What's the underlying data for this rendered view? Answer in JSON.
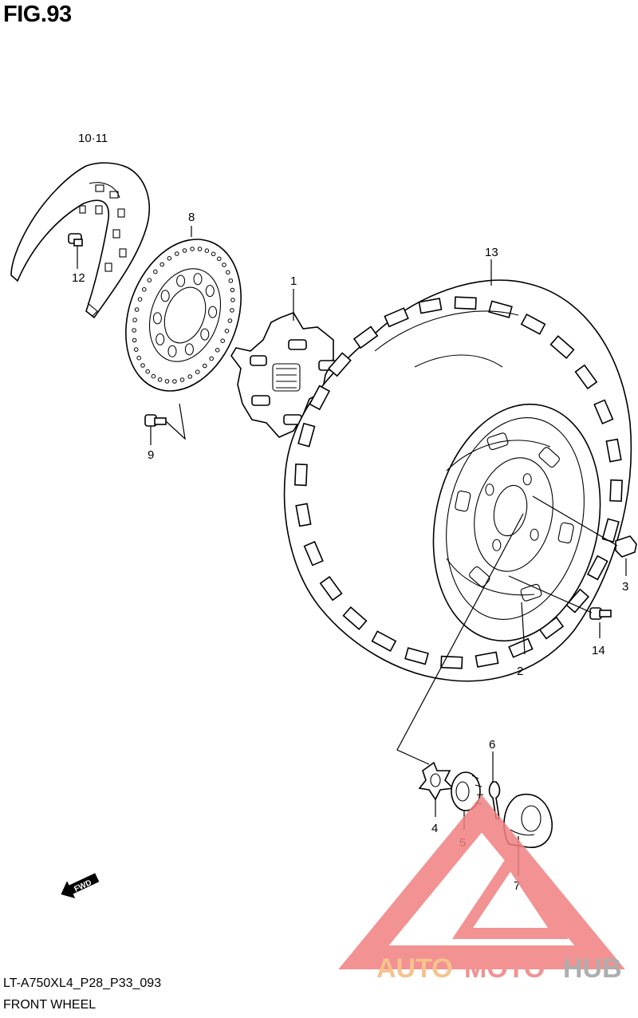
{
  "figure": {
    "title": "FIG.93"
  },
  "footer": {
    "code": "LT-A750XL4_P28_P33_093",
    "name": "FRONT WHEEL"
  },
  "callouts": [
    {
      "id": "c10-11",
      "label": "10·11"
    },
    {
      "id": "c12",
      "label": "12"
    },
    {
      "id": "c8",
      "label": "8"
    },
    {
      "id": "c9",
      "label": "9"
    },
    {
      "id": "c1",
      "label": "1"
    },
    {
      "id": "c13",
      "label": "13"
    },
    {
      "id": "c3",
      "label": "3"
    },
    {
      "id": "c14",
      "label": "14"
    },
    {
      "id": "c2",
      "label": "2"
    },
    {
      "id": "c6",
      "label": "6"
    },
    {
      "id": "c4",
      "label": "4"
    },
    {
      "id": "c5",
      "label": "5"
    },
    {
      "id": "c7",
      "label": "7"
    }
  ],
  "fwd_arrow": {
    "label": "FWD"
  },
  "watermark": {
    "text_auto": "AUTO",
    "text_moto": "MOTO",
    "text_hub": "HUB",
    "color_triangle": "#f08080",
    "color_auto": "#f5b87a",
    "color_moto": "#f08080",
    "color_hub": "#a0a0a0"
  }
}
